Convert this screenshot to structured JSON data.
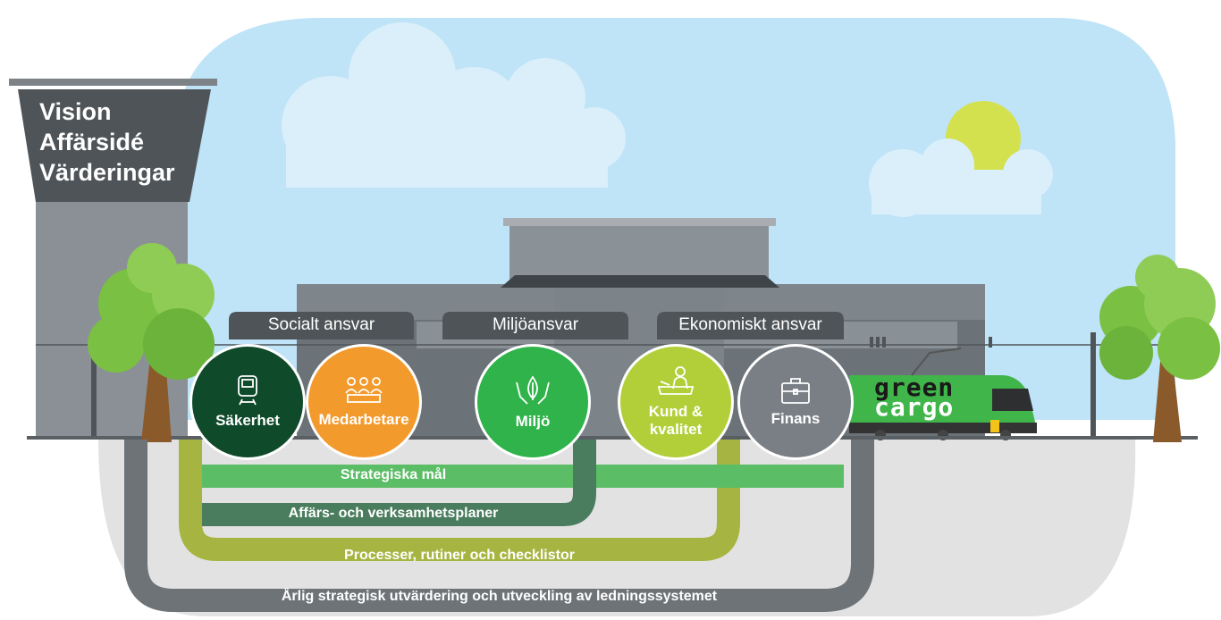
{
  "tower": {
    "lines": [
      "Vision",
      "Affärsidé",
      "Värderingar"
    ]
  },
  "categories": {
    "social": "Socialt ansvar",
    "environment": "Miljöansvar",
    "economic": "Ekonomiskt ansvar"
  },
  "areas": [
    {
      "label": "Säkerhet",
      "icon": "train-icon",
      "color": "#0f4a2a"
    },
    {
      "label": "Medarbetare",
      "icon": "people-meeting-icon",
      "color": "#f39a2c"
    },
    {
      "label": "Miljö",
      "icon": "hands-leaf-icon",
      "color": "#2fb34a"
    },
    {
      "label": "Kund &\nkvalitet",
      "icon": "person-desk-icon",
      "color": "#b2cf3a"
    },
    {
      "label": "Finans",
      "icon": "briefcase-icon",
      "color": "#7a7f85"
    }
  ],
  "levels": {
    "strategic_goals": "Strategiska mål",
    "business_plans": "Affärs- och verksamhetsplaner",
    "processes": "Processer, rutiner och checklistor",
    "annual_review": "Årlig strategisk utvärdering och utveckling av ledningssystemet"
  },
  "train": {
    "brand_line1": "green",
    "brand_line2": "cargo"
  },
  "colors": {
    "sky": "#bfe3f7",
    "sun": "#d4e14f",
    "building": "#6b7278",
    "tree": "#7ac043",
    "strategic_band": "#5bbd65",
    "plans_band": "#4a7c5e",
    "process_band": "#a6b541",
    "review_band": "#6e7378"
  }
}
